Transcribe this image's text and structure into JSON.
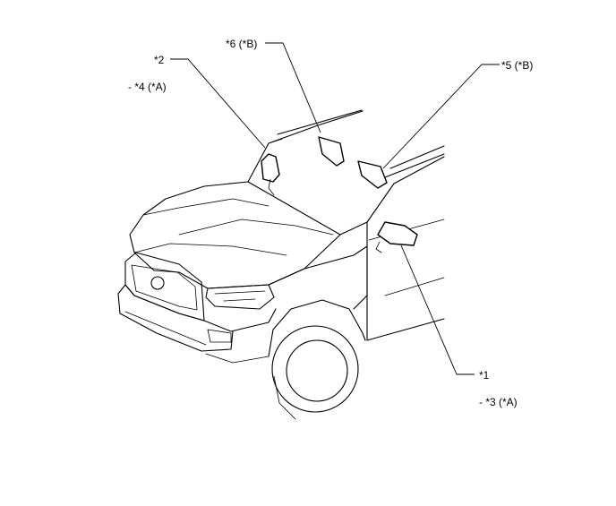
{
  "callouts": {
    "c2": "*2",
    "c4": "- *4 (*A)",
    "c6": "*6 (*B)",
    "c5": "*5 (*B)",
    "c1": "*1",
    "c3": "- *3 (*A)"
  }
}
